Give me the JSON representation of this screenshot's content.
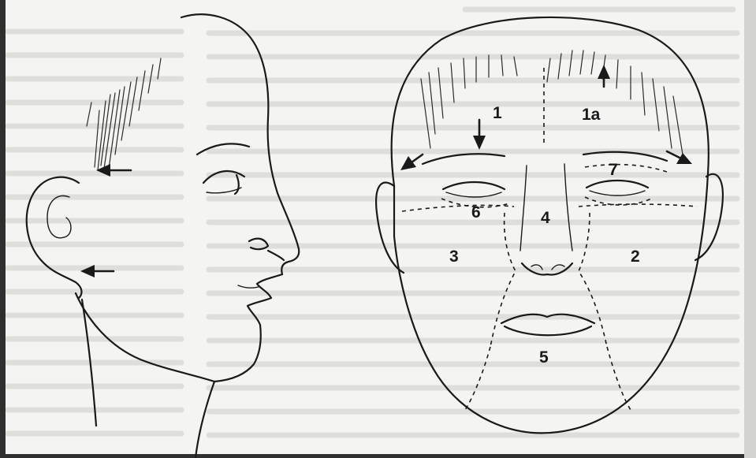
{
  "figure": {
    "background_color": "#f4f4f2",
    "ink_color": "#1a1a1a",
    "ghost_text_color": "#d4d4d0"
  },
  "zone_labels": {
    "z1": "1",
    "z1a": "1a",
    "z2": "2",
    "z3": "3",
    "z4": "4",
    "z5": "5",
    "z6": "6",
    "z7": "7"
  }
}
